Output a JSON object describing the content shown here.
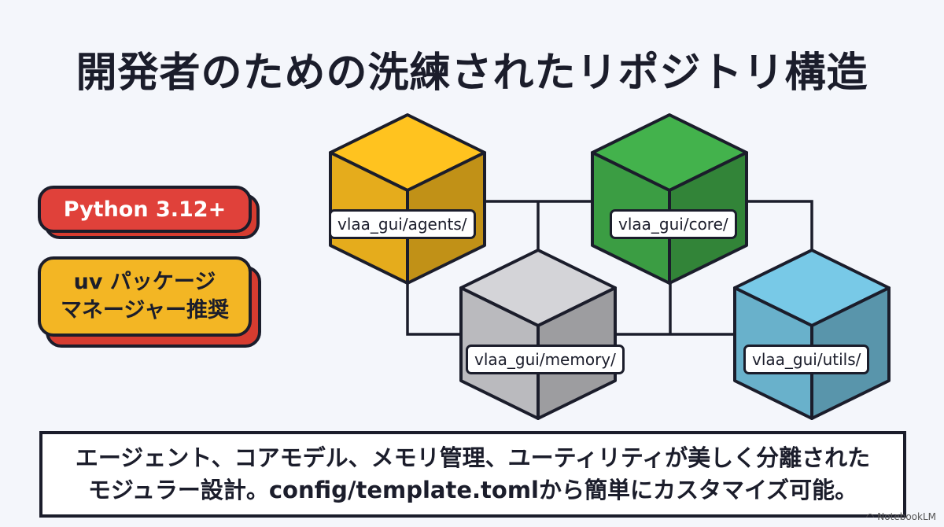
{
  "title": "開発者のための洗練されたリポジトリ構造",
  "badges": {
    "python": "Python 3.12+",
    "uv_line1": "uv パッケージ",
    "uv_line2": "マネージャー推奨"
  },
  "modules": [
    {
      "label": "vlaa_gui/agents/",
      "color": "#f1b51d"
    },
    {
      "label": "vlaa_gui/core/",
      "color": "#3ea546"
    },
    {
      "label": "vlaa_gui/memory/",
      "color": "#c4c4c8"
    },
    {
      "label": "vlaa_gui/utils/",
      "color": "#6fbad6"
    }
  ],
  "description": {
    "line1": "エージェント、コアモデル、メモリ管理、ユーティリティが美しく分離された",
    "line2": "モジュラー設計。config/template.tomlから簡単にカスタマイズ可能。"
  },
  "watermark": "NotebookLM",
  "colors": {
    "background": "#f4f6fb",
    "outline": "#1b1d2b",
    "python_badge": "#e0413a",
    "uv_badge": "#f3b624"
  }
}
